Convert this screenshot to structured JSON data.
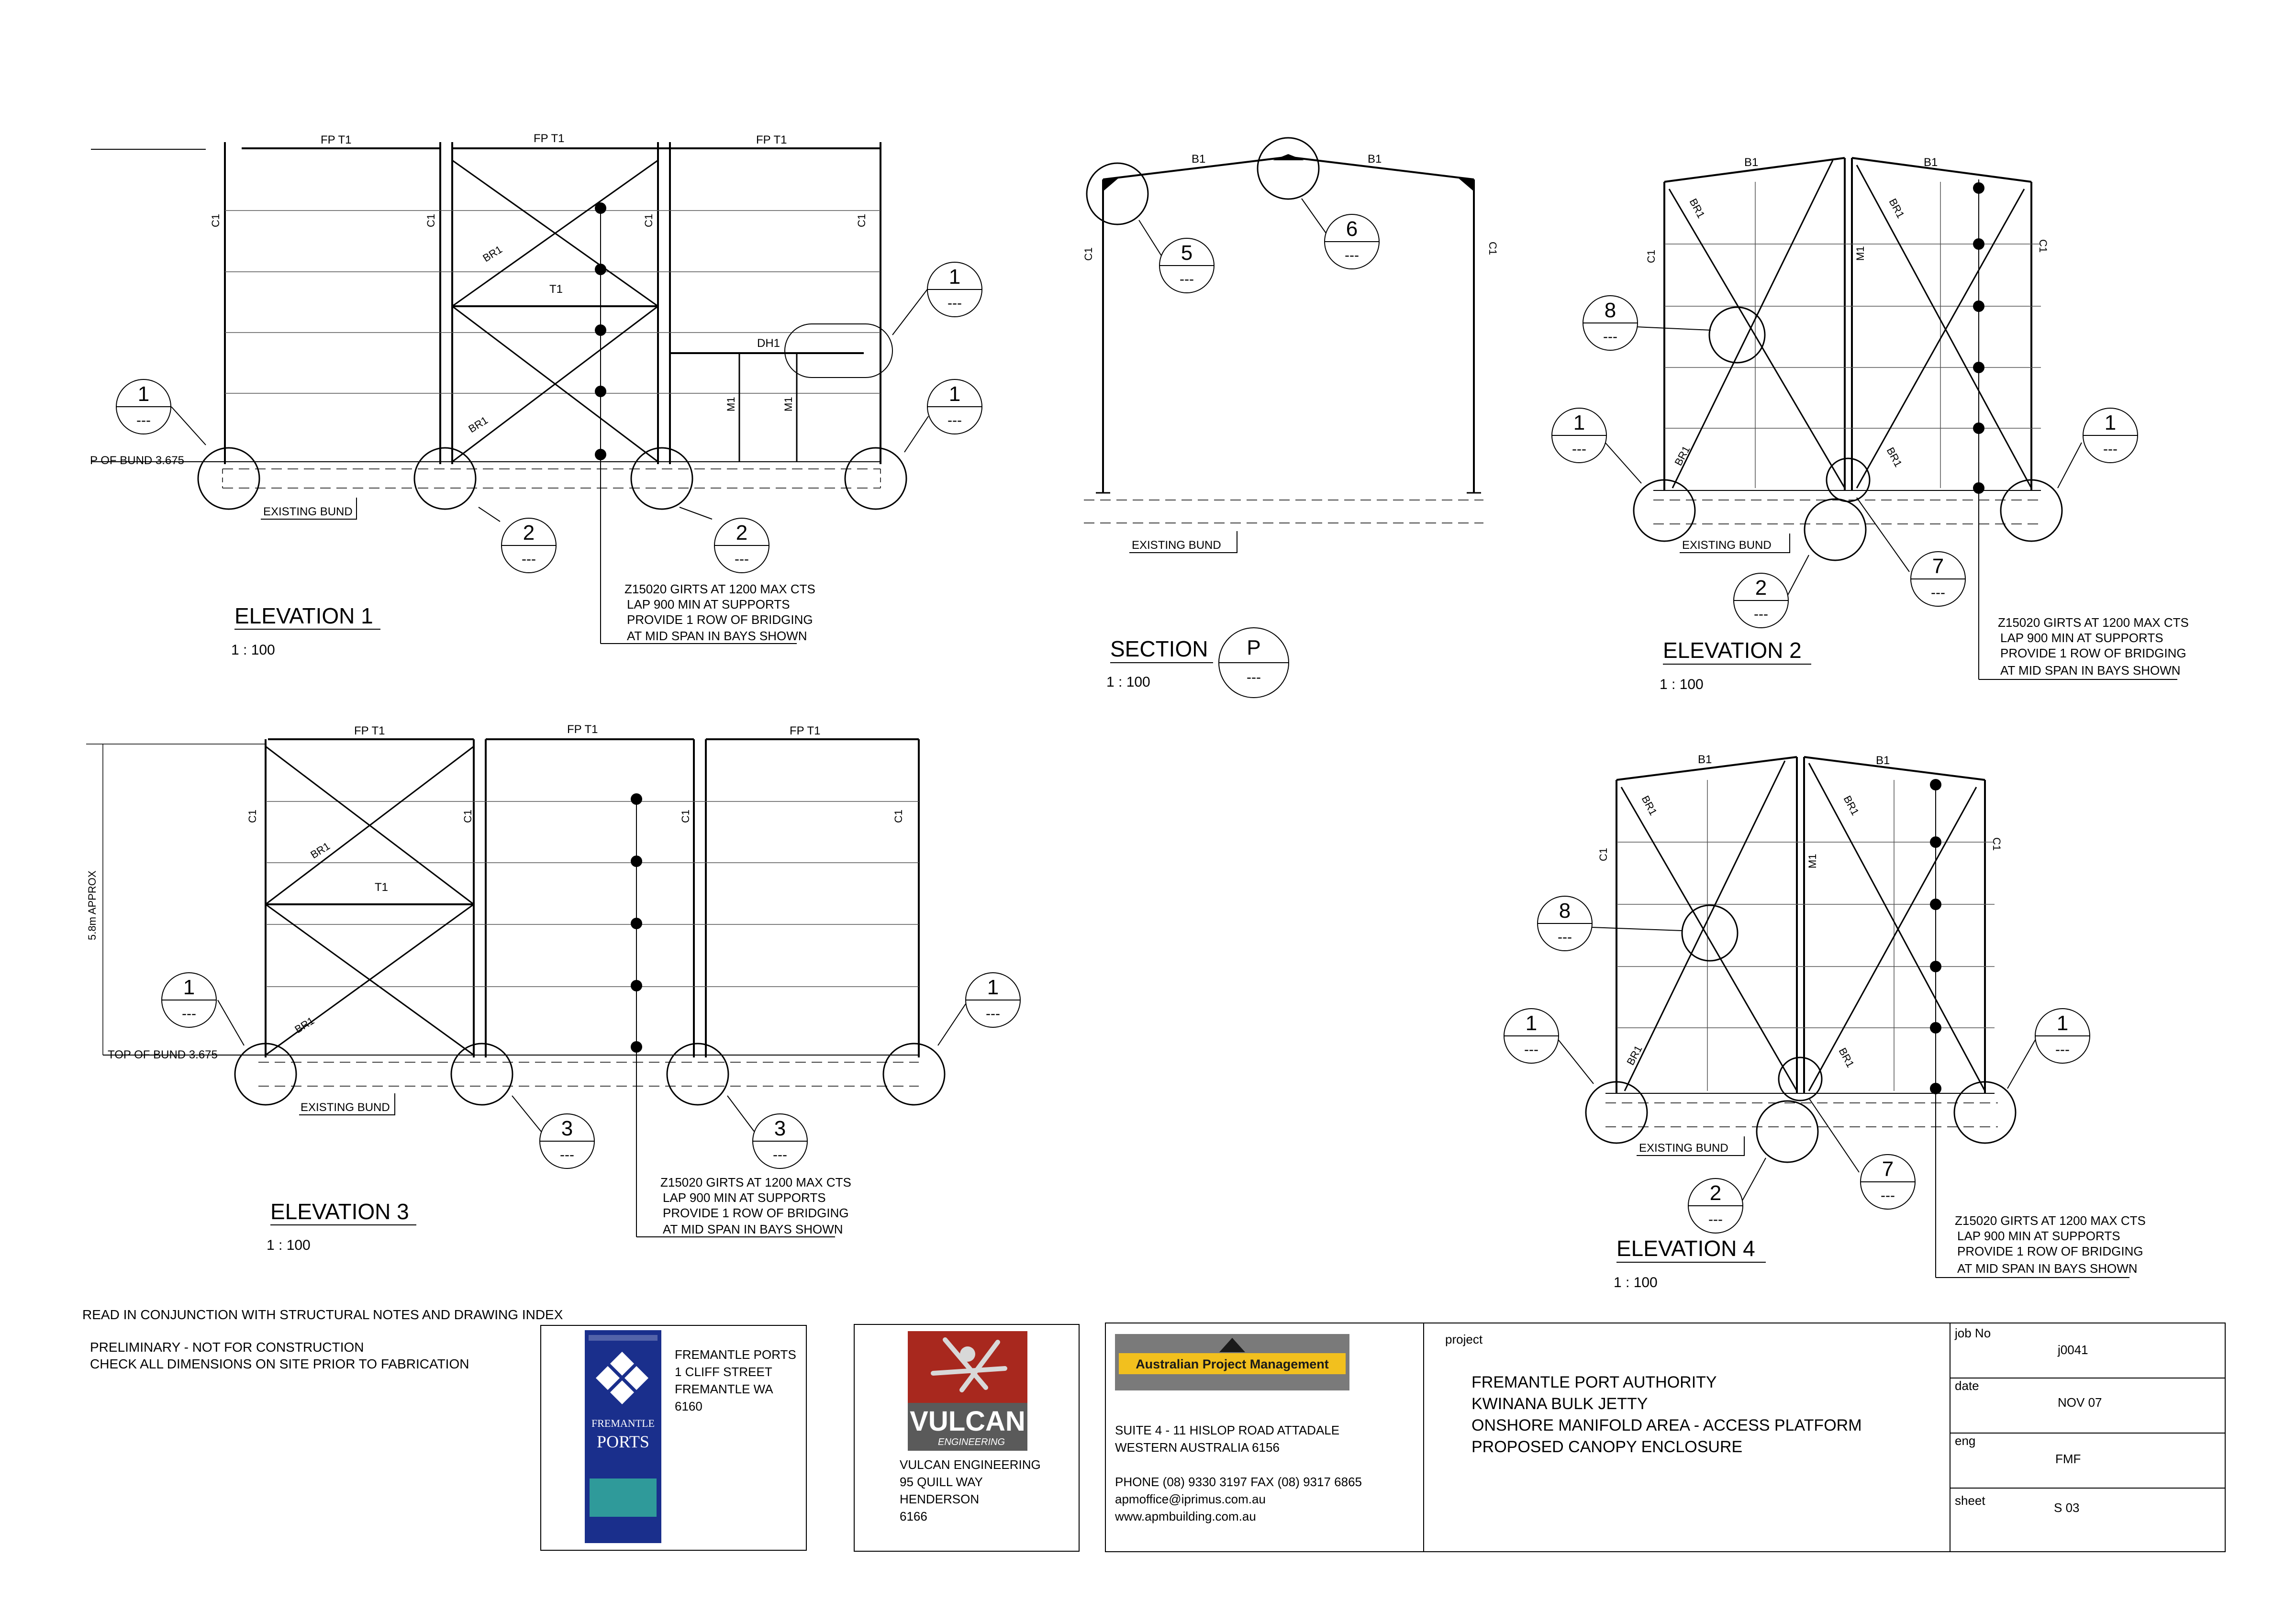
{
  "labels": {
    "fp_t1": "FP   T1",
    "c1": "C1",
    "br1": "BR1",
    "t1": "T1",
    "dh1": "DH1",
    "m1": "M1",
    "b1": "B1",
    "existing_bund": "EXISTING BUND",
    "top_of_bund_partial": "P OF BUND  3.675",
    "top_of_bund": "TOP OF BUND  3.675",
    "height_approx": "5.8m APPROX",
    "bubble_dashes": "---"
  },
  "views": {
    "elev1": {
      "title": "ELEVATION 1",
      "scale": "1 : 100"
    },
    "section": {
      "title": "SECTION",
      "scale": "1 : 100",
      "mark": "P"
    },
    "elev2": {
      "title": "ELEVATION 2",
      "scale": "1 : 100"
    },
    "elev3": {
      "title": "ELEVATION 3",
      "scale": "1 : 100"
    },
    "elev4": {
      "title": "ELEVATION 4",
      "scale": "1 : 100"
    }
  },
  "bubbles": {
    "n1": "1",
    "n2": "2",
    "n3": "3",
    "n5": "5",
    "n6": "6",
    "n7": "7",
    "n8": "8"
  },
  "girt_note": {
    "line1": "Z15020 GIRTS AT 1200 MAX CTS",
    "line2": "LAP 900 MIN AT SUPPORTS",
    "line3": "PROVIDE 1 ROW OF BRIDGING",
    "line4": "AT MID SPAN IN BAYS SHOWN"
  },
  "general_notes": {
    "read": "READ IN CONJUNCTION WITH STRUCTURAL NOTES AND DRAWING INDEX",
    "preliminary": "PRELIMINARY - NOT FOR CONSTRUCTION",
    "check": "CHECK ALL DIMENSIONS ON SITE PRIOR TO FABRICATION"
  },
  "client": {
    "logo_line1": "FREMANTLE",
    "logo_line2": "PORTS",
    "name": "FREMANTLE PORTS",
    "street": "1 CLIFF STREET",
    "city": "FREMANTLE WA",
    "postcode": "6160",
    "logo_blue": "#1a2f8c",
    "logo_teal": "#2f9a9a"
  },
  "fabricator": {
    "logo_word": "VULCAN",
    "logo_sub": "ENGINEERING",
    "name": "VULCAN ENGINEERING",
    "street": "95 QUILL WAY",
    "suburb": "HENDERSON",
    "postcode": "6166",
    "logo_red": "#a8281e"
  },
  "consultant": {
    "name": "Australian Project Management",
    "address1": "SUITE 4 - 11 HISLOP ROAD   ATTADALE",
    "address2": "WESTERN AUSTRALIA       6156",
    "phone_fax": "PHONE  (08) 9330 3197     FAX (08) 9317 6865",
    "email": "apmoffice@iprimus.com.au",
    "web": "www.apmbuilding.com.au",
    "logo_yellow": "#f2c01e",
    "logo_grey": "#7a7a7a"
  },
  "project": {
    "label": "project",
    "line1": "FREMANTLE PORT AUTHORITY",
    "line2": "KWINANA BULK JETTY",
    "line3": "ONSHORE MANIFOLD AREA - ACCESS PLATFORM",
    "line4": "PROPOSED CANOPY ENCLOSURE"
  },
  "title_block": {
    "job_no_label": "job No",
    "job_no": "j0041",
    "date_label": "date",
    "date": "NOV 07",
    "eng_label": "eng",
    "eng": "FMF",
    "sheet_label": "sheet",
    "sheet": "S 03"
  }
}
